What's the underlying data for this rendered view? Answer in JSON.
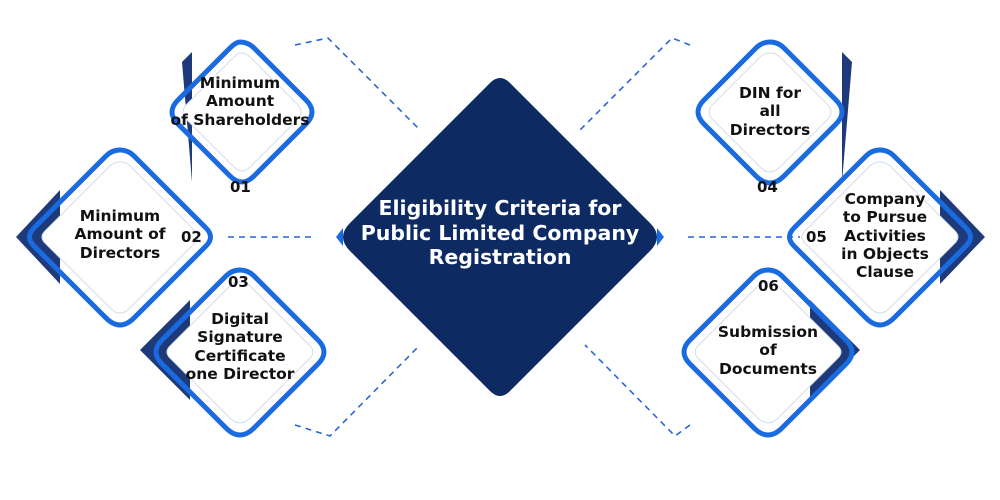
{
  "center": {
    "lines": [
      "Eligibility Criteria for",
      "Public Limited Company",
      "Registration"
    ]
  },
  "criteria": [
    {
      "number": "01",
      "lines": [
        "Minimum",
        "Amount",
        "of Shareholders"
      ]
    },
    {
      "number": "02",
      "lines": [
        "Minimum",
        "Amount of",
        "Directors"
      ]
    },
    {
      "number": "03",
      "lines": [
        "Digital",
        "Signature",
        "Certificate",
        "one Director"
      ]
    },
    {
      "number": "04",
      "lines": [
        "DIN for",
        "all",
        "Directors"
      ]
    },
    {
      "number": "05",
      "lines": [
        "Company",
        "to Pursue",
        "Activities",
        "in Objects",
        "Clause"
      ]
    },
    {
      "number": "06",
      "lines": [
        "Submission",
        "of",
        "Documents"
      ]
    }
  ],
  "colors": {
    "center_fill": "#0d2a63",
    "accent_blue": "#1a6be0",
    "shadow_navy": "#1f3a7a",
    "connector": "#2a66d6"
  }
}
